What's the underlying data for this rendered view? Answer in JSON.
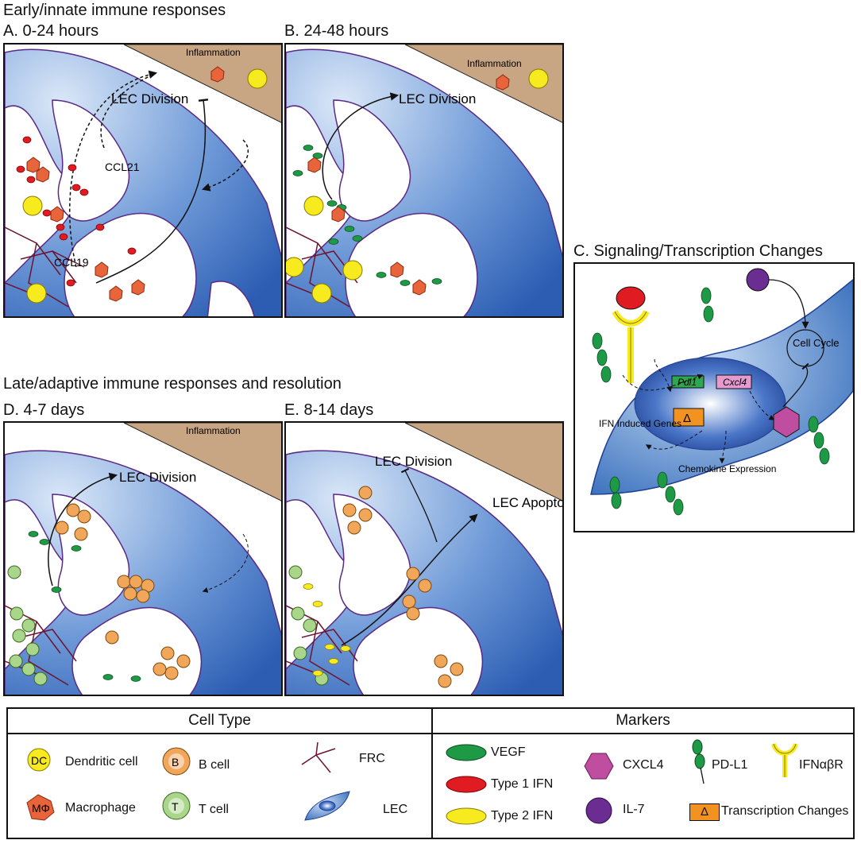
{
  "sections": {
    "early": "Early/innate immune responses",
    "late": "Late/adaptive immune responses and resolution"
  },
  "panels": {
    "a": {
      "title": "A. 0-24 hours",
      "inflammation": "Inflammation",
      "lec_division": "LEC Division",
      "ccl21": "CCL21",
      "ccl19": "CCL19"
    },
    "b": {
      "title": "B. 24-48 hours",
      "inflammation": "Inflammation",
      "lec_division": "LEC Division"
    },
    "c": {
      "title": "C. Signaling/Transcription Changes",
      "cell_cycle": "Cell Cycle",
      "pdl1_gene": "Pdl1",
      "cxcl4_gene": "Cxcl4",
      "delta": "Δ",
      "ifn_genes": "IFN Induced Genes",
      "chemokine": "Chemokine Expression"
    },
    "d": {
      "title": "D. 4-7 days",
      "inflammation": "Inflammation",
      "lec_division": "LEC Division"
    },
    "e": {
      "title": "E. 8-14 days",
      "lec_division": "LEC Division",
      "lec_apoptosis": "LEC Apoptosis"
    }
  },
  "cell_labels": {
    "dc": "DC",
    "mphi": "MΦ",
    "b": "B",
    "t": "T"
  },
  "legend": {
    "cell_type_header": "Cell Type",
    "markers_header": "Markers",
    "cell_types": {
      "dendritic": "Dendritic cell",
      "macrophage": "Macrophage",
      "bcell": "B cell",
      "tcell": "T cell",
      "frc": "FRC",
      "lec": "LEC"
    },
    "markers": {
      "vegf": "VEGF",
      "type1": "Type 1 IFN",
      "type2": "Type 2 IFN",
      "cxcl4": "CXCL4",
      "il7": "IL-7",
      "pdl1": "PD-L1",
      "ifnr": "IFNαβR",
      "transcription": "Transcription Changes",
      "delta": "Δ"
    }
  },
  "colors": {
    "lec_blue": "#3a6fc4",
    "inflammation_tan": "#c8a583",
    "vegf_green": "#1e9a46",
    "type1_red": "#e11b22",
    "type2_yellow": "#f7ea1e",
    "cxcl4_pink": "#c04ea0",
    "il7_purple": "#6b2d91",
    "bcell_orange": "#f2a65a",
    "tcell_green": "#a9d68a",
    "frc_maroon": "#6b1530",
    "delta_orange": "#f29221"
  }
}
